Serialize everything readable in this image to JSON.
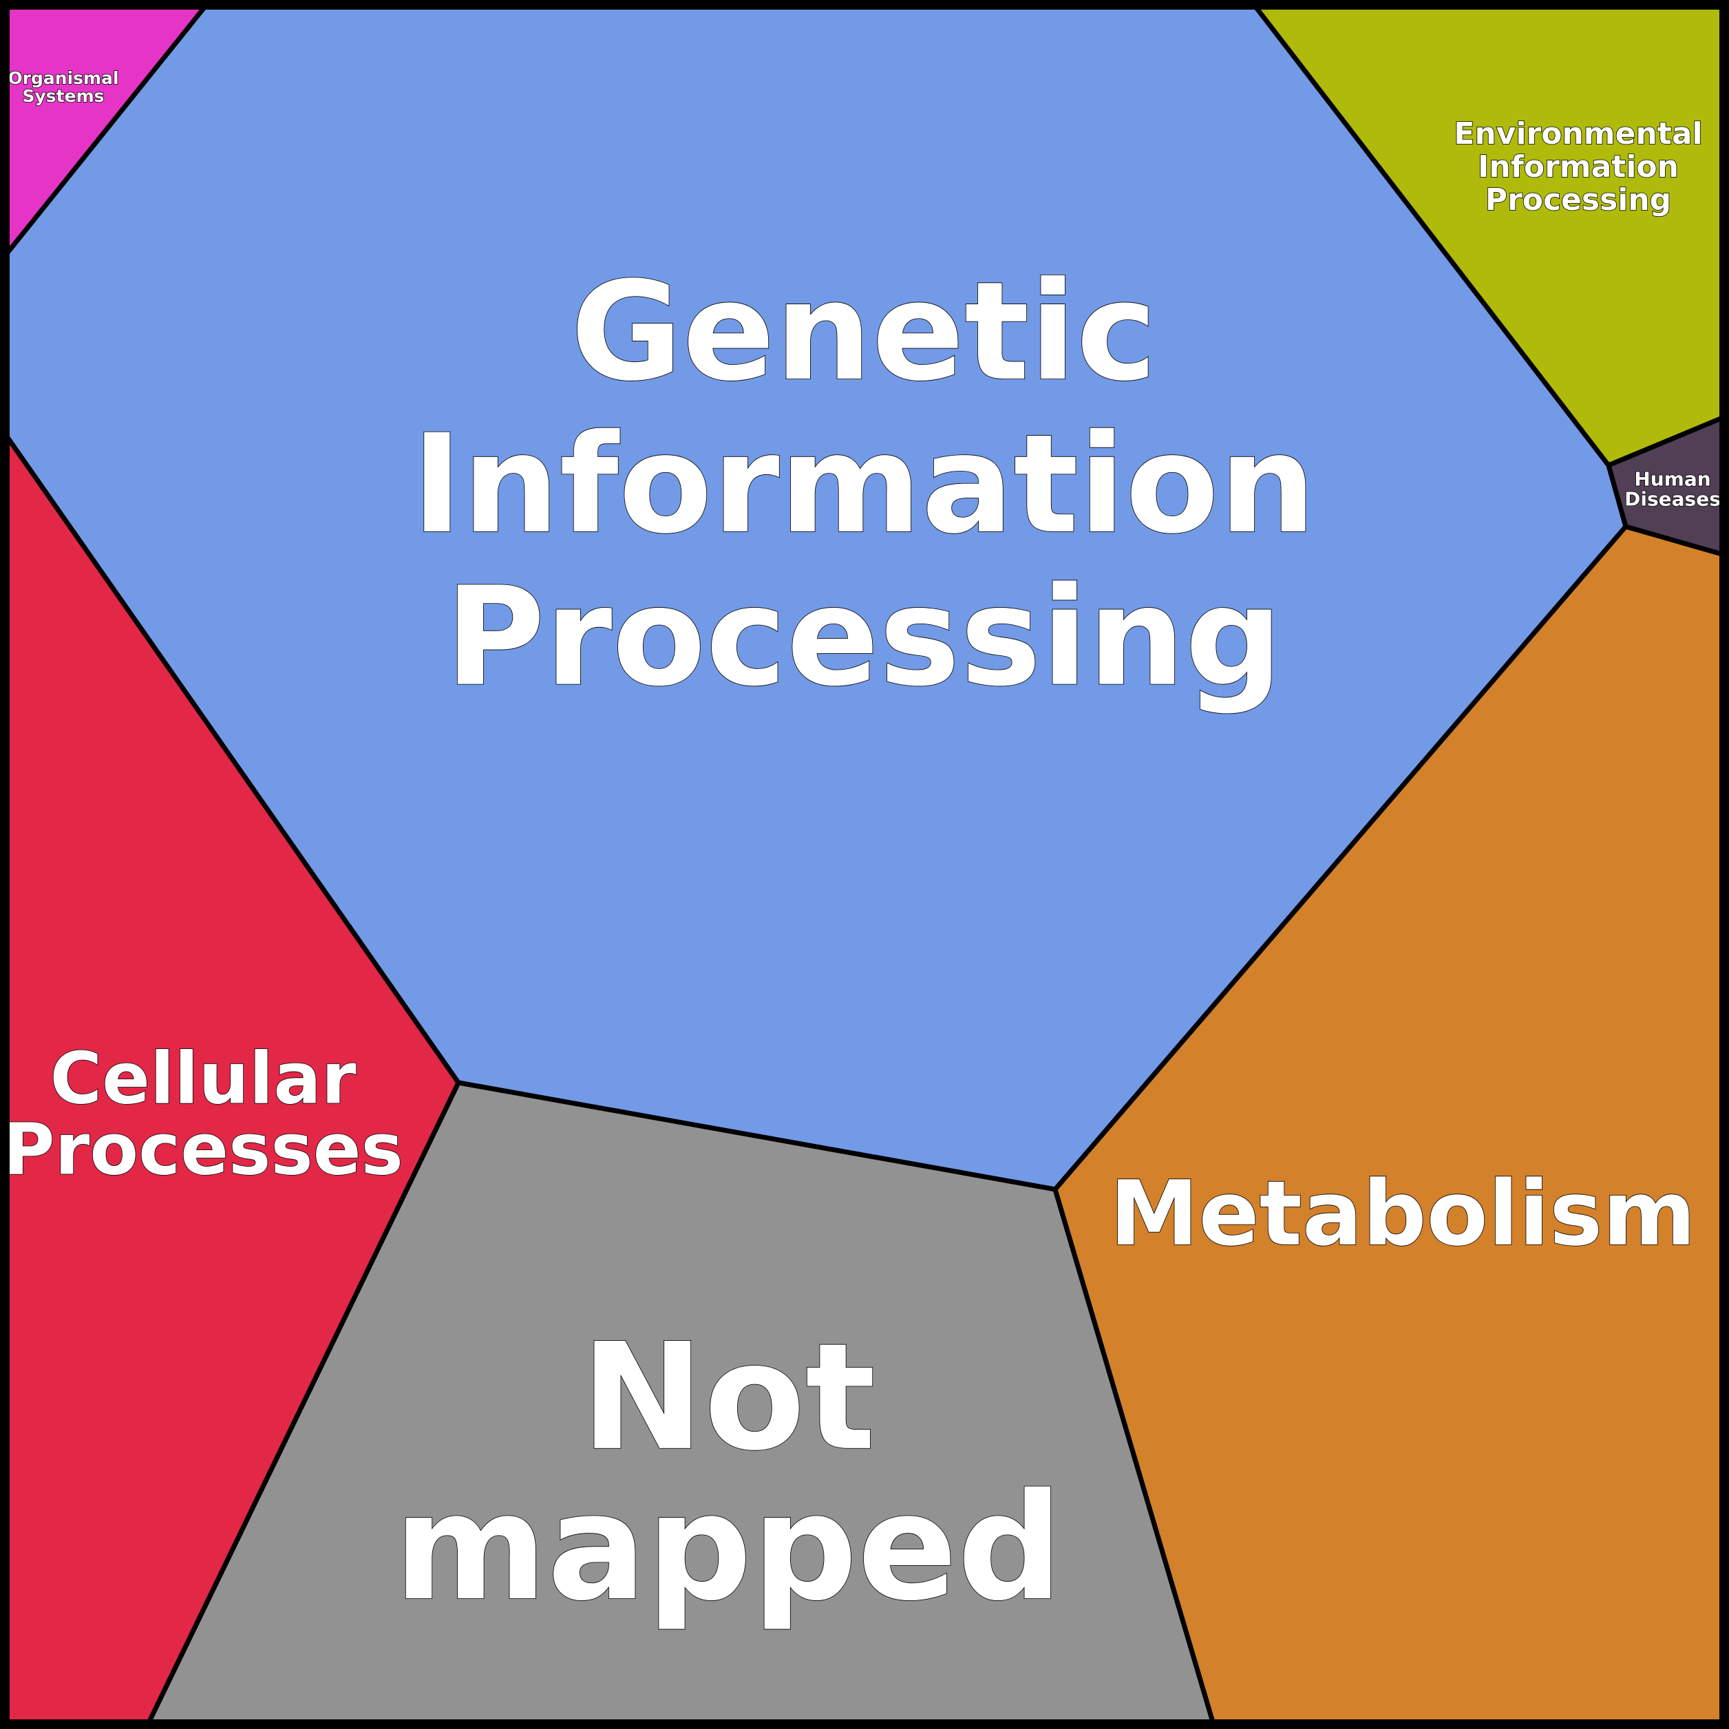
{
  "diagram": {
    "type": "voronoi-treemap",
    "categories": [
      {
        "id": "genetic-information-processing",
        "label_lines": [
          "Genetic",
          "Information",
          "Processing"
        ],
        "color": "#739AE6"
      },
      {
        "id": "not-mapped",
        "label_lines": [
          "Not",
          "mapped"
        ],
        "color": "#939293"
      },
      {
        "id": "metabolism",
        "label_lines": [
          "Metabolism"
        ],
        "color": "#D3812A"
      },
      {
        "id": "cellular-processes",
        "label_lines": [
          "Cellular",
          "Processes"
        ],
        "color": "#E32747"
      },
      {
        "id": "environmental-information-processing",
        "label_lines": [
          "Environmental",
          "Information",
          "Processing"
        ],
        "color": "#AFBA0A"
      },
      {
        "id": "organismal-systems",
        "label_lines": [
          "Organismal",
          "Systems"
        ],
        "color": "#E634C6"
      },
      {
        "id": "human-diseases",
        "label_lines": [
          "Human",
          "Diseases"
        ],
        "color": "#503F55"
      }
    ]
  }
}
